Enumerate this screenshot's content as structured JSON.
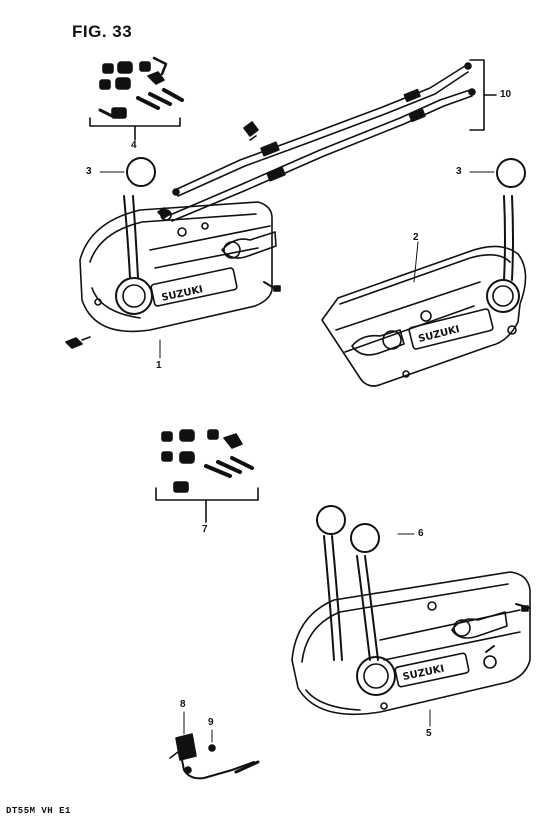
{
  "figure": {
    "title": "FIG. 33"
  },
  "footer": {
    "code": "DT55M VH E1"
  },
  "brand": {
    "logo_text": "SUZUKI"
  },
  "callouts": {
    "c1": "1",
    "c2": "2",
    "c3a": "3",
    "c3b": "3",
    "c4": "4",
    "c5": "5",
    "c6": "6",
    "c7": "7",
    "c8": "8",
    "c9": "9",
    "c10": "10"
  },
  "colors": {
    "ink": "#111111",
    "paper": "#ffffff"
  }
}
